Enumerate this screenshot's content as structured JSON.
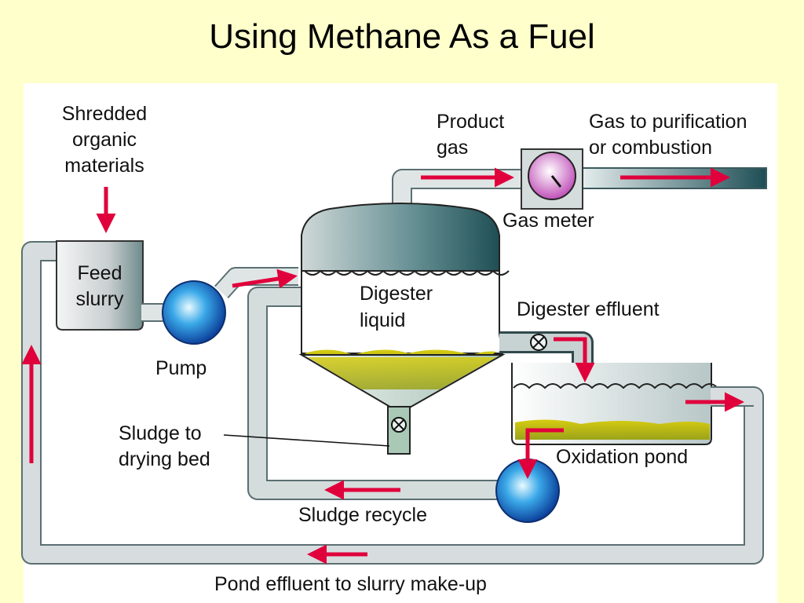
{
  "title": "Using Methane As a Fuel",
  "labels": {
    "shredded_1": "Shredded",
    "shredded_2": "organic",
    "shredded_3": "materials",
    "feed_1": "Feed",
    "feed_2": "slurry",
    "pump": "Pump",
    "product_1": "Product",
    "product_2": "gas",
    "gas_to_1": "Gas to purification",
    "gas_to_2": "or combustion",
    "gas_meter": "Gas meter",
    "digester_1": "Digester",
    "digester_2": "liquid",
    "digester_effluent": "Digester effluent",
    "sludge_dry_1": "Sludge to",
    "sludge_dry_2": "drying bed",
    "oxidation_pond": "Oxidation pond",
    "sludge_recycle": "Sludge recycle",
    "pond_effluent": "Pond effluent to slurry make-up"
  },
  "colors": {
    "background": "#ffffcc",
    "arrow": "#e0003c",
    "pipe": "#d8dcdc",
    "liquid": "#c8c000",
    "pump": "#1e6fd9"
  }
}
